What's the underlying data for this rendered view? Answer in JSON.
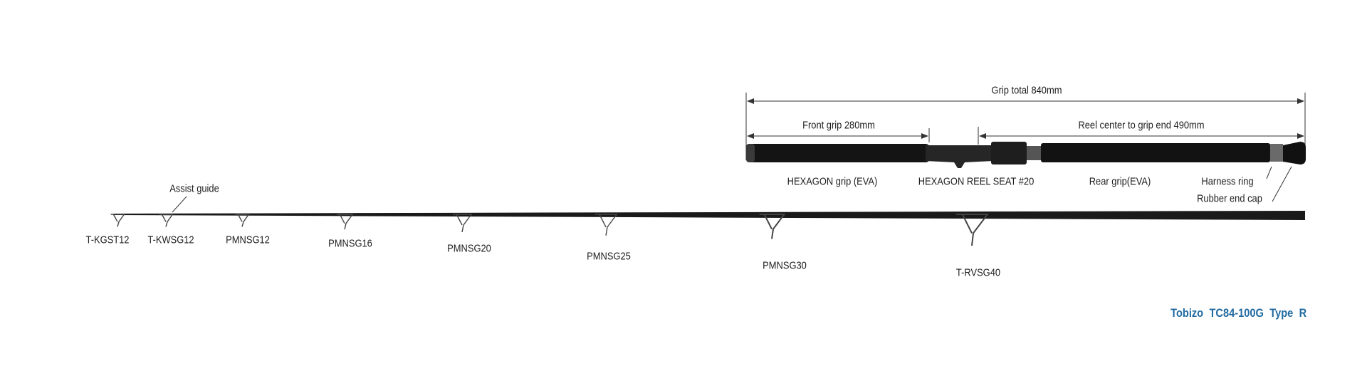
{
  "title": "Tobizo  TC84-100G  Type R",
  "dimensions": {
    "grip_total": "Grip total 840mm",
    "front_grip": "Front grip 280mm",
    "reel_center": "Reel center to grip end 490mm"
  },
  "parts": {
    "hexagon_grip": "HEXAGON grip (EVA)",
    "reel_seat": "HEXAGON REEL SEAT #20",
    "rear_grip": "Rear grip(EVA)",
    "harness_ring": "Harness ring",
    "end_cap": "Rubber end cap",
    "assist_guide": "Assist guide"
  },
  "guides": [
    {
      "name": "T-KGST12",
      "size": 12
    },
    {
      "name": "T-KWSG12",
      "size": 12
    },
    {
      "name": "PMNSG12",
      "size": 12
    },
    {
      "name": "PMNSG16",
      "size": 16
    },
    {
      "name": "PMNSG20",
      "size": 20
    },
    {
      "name": "PMNSG25",
      "size": 25
    },
    {
      "name": "PMNSG30",
      "size": 30
    },
    {
      "name": "T-RVSG40",
      "size": 40
    }
  ],
  "colors": {
    "title": "#1f6aa0",
    "rod": "#1a1a1a"
  }
}
